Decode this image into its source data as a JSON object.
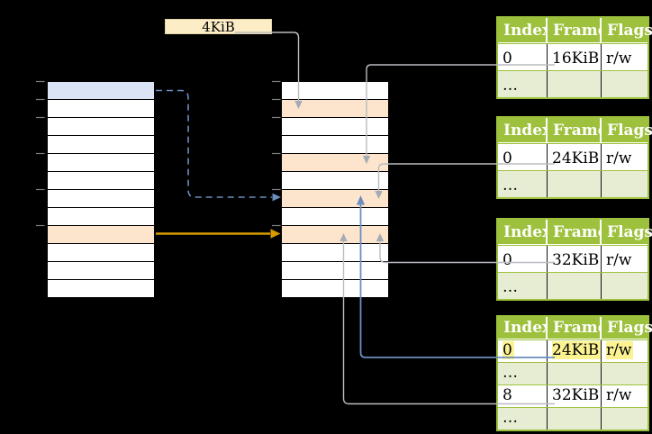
{
  "page_size_label": "4KiB",
  "colors": {
    "green": "#9dc13c",
    "lightgreen": "#e7edd2",
    "cell_orange": "#fce5cc",
    "cell_blue": "#dae4f5",
    "cream": "#fcedc6",
    "mark_yellow": "#fbf291",
    "gray_line": "#b9bcc1",
    "gray_head": "#a4abb6",
    "blue_line": "#6c8ebf",
    "orange_line": "#d79b00",
    "tick": "#7f7f7f"
  },
  "level1_table": {
    "rows": [
      "blue",
      "white",
      "white",
      "white",
      "white",
      "white",
      "white",
      "white",
      "orange",
      "white",
      "white",
      "white"
    ]
  },
  "level2_table": {
    "rows": [
      "white",
      "orange",
      "white",
      "white",
      "orange",
      "white",
      "orange",
      "white",
      "orange",
      "white",
      "white",
      "white"
    ]
  },
  "page_tables": [
    {
      "headers": [
        "Index",
        "Frame",
        "Flags"
      ],
      "rows": [
        {
          "cells": [
            "0",
            "16KiB",
            "r/w"
          ],
          "tone": "white",
          "highlight": false
        },
        {
          "cells": [
            "…",
            "",
            ""
          ],
          "tone": "green",
          "highlight": false
        }
      ]
    },
    {
      "headers": [
        "Index",
        "Frame",
        "Flags"
      ],
      "rows": [
        {
          "cells": [
            "0",
            "24KiB",
            "r/w"
          ],
          "tone": "white",
          "highlight": false
        },
        {
          "cells": [
            "…",
            "",
            ""
          ],
          "tone": "green",
          "highlight": false
        }
      ]
    },
    {
      "headers": [
        "Index",
        "Frame",
        "Flags"
      ],
      "rows": [
        {
          "cells": [
            "0",
            "32KiB",
            "r/w"
          ],
          "tone": "white",
          "highlight": false
        },
        {
          "cells": [
            "…",
            "",
            ""
          ],
          "tone": "green",
          "highlight": false
        }
      ]
    },
    {
      "headers": [
        "Index",
        "Frame",
        "Flags"
      ],
      "rows": [
        {
          "cells": [
            "0",
            "24KiB",
            "r/w"
          ],
          "tone": "white",
          "highlight": true
        },
        {
          "cells": [
            "…",
            "",
            ""
          ],
          "tone": "green",
          "highlight": false
        },
        {
          "cells": [
            "8",
            "32KiB",
            "r/w"
          ],
          "tone": "white",
          "highlight": false
        },
        {
          "cells": [
            "…",
            "",
            ""
          ],
          "tone": "green",
          "highlight": false
        }
      ]
    }
  ]
}
